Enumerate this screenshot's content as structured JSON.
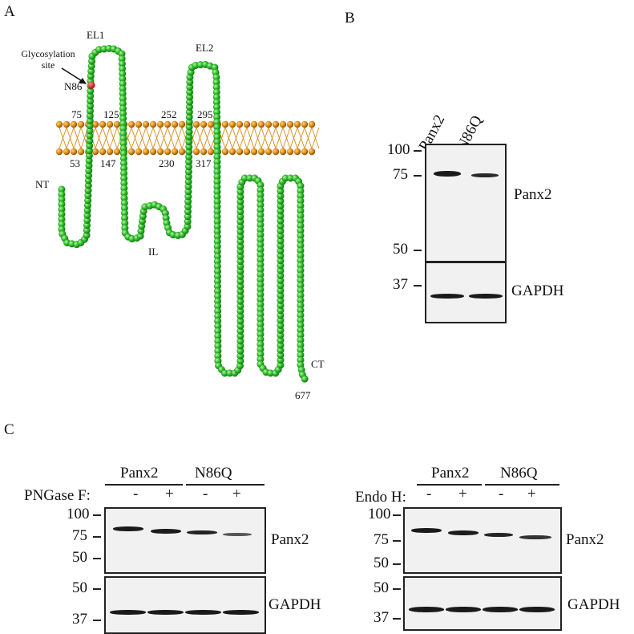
{
  "panels": {
    "a": "A",
    "b": "B",
    "c": "C"
  },
  "topology": {
    "loops": {
      "el1": "EL1",
      "el2": "EL2",
      "il": "IL",
      "nt": "NT",
      "ct": "CT"
    },
    "glycosylation": {
      "line1": "Glycosylation",
      "line2": "site",
      "residue": "N86"
    },
    "residues_top": [
      "75",
      "125",
      "252",
      "295"
    ],
    "residues_bottom": [
      "53",
      "147",
      "230",
      "317"
    ],
    "c_terminus_residue": "677",
    "colors": {
      "bead": "#2fbf2a",
      "bead_dark": "#1c8e1a",
      "glyco": "#c42020",
      "lipid": "#d98a16"
    }
  },
  "blot_b": {
    "lanes": [
      "Panx2",
      "N86Q"
    ],
    "markers_top": [
      "100",
      "75",
      "50"
    ],
    "marker_bottom": "37",
    "target_label": "Panx2",
    "loading_label": "GAPDH"
  },
  "blot_c_left": {
    "groups": [
      "Panx2",
      "N86Q"
    ],
    "treatment": "PNGase F:",
    "signs": [
      "-",
      "+",
      "-",
      "+"
    ],
    "markers_top": [
      "100",
      "75",
      "50"
    ],
    "markers_bottom": [
      "50",
      "37"
    ],
    "target_label": "Panx2",
    "loading_label": "GAPDH"
  },
  "blot_c_right": {
    "groups": [
      "Panx2",
      "N86Q"
    ],
    "treatment": "Endo H:",
    "signs": [
      "-",
      "+",
      "-",
      "+"
    ],
    "markers_top": [
      "100",
      "75",
      "50"
    ],
    "markers_bottom": [
      "50",
      "37"
    ],
    "target_label": "Panx2",
    "loading_label": "GAPDH"
  }
}
